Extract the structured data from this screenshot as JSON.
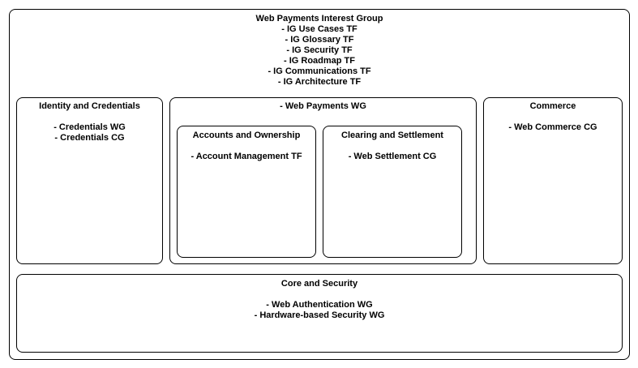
{
  "interest_group": {
    "title": "Web Payments Interest Group",
    "items": [
      "- IG Use Cases TF",
      "- IG Glossary TF",
      "- IG Security TF",
      "- IG Roadmap TF",
      "- IG Communications TF",
      "- IG Architecture TF"
    ]
  },
  "identity": {
    "title": "Identity and Credentials",
    "items": [
      "- Credentials WG",
      "- Credentials CG"
    ]
  },
  "web_payments": {
    "title": "- Web Payments WG",
    "accounts": {
      "title": "Accounts and Ownership",
      "items": [
        "- Account Management TF"
      ]
    },
    "clearing": {
      "title": "Clearing and Settlement",
      "items": [
        "- Web Settlement CG"
      ]
    }
  },
  "commerce": {
    "title": "Commerce",
    "items": [
      "- Web Commerce CG"
    ]
  },
  "core_security": {
    "title": "Core and Security",
    "items": [
      "- Web Authentication WG",
      "- Hardware-based Security WG"
    ]
  }
}
